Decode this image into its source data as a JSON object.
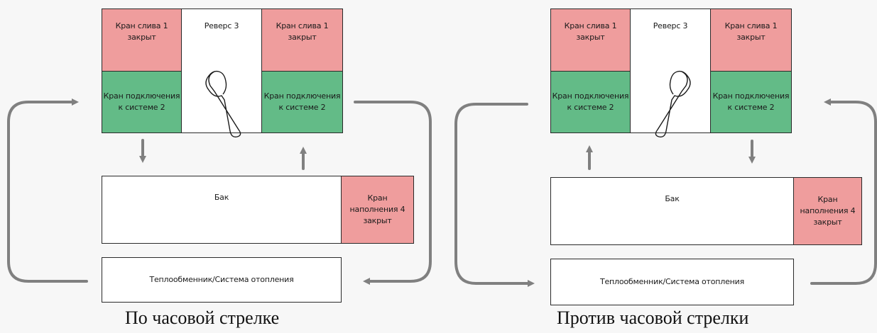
{
  "diagrams": [
    {
      "drain_valve_left": "Кран слива 1\nзакрыт",
      "reverse": "Реверс 3",
      "drain_valve_right": "Кран слива 1\nзакрыт",
      "connection_valve_left": "Кран подключения\nк системе 2",
      "connection_valve_right": "Кран подключения\nк системе 2",
      "tank": "Бак",
      "fill_valve": "Кран\nнаполнения 4\nзакрыт",
      "heat_exchanger": "Теплообменник/Система отопления",
      "caption": "По часовой стрелке"
    },
    {
      "drain_valve_left": "Кран слива 1\nзакрыт",
      "reverse": "Реверс 3",
      "drain_valve_right": "Кран слива 1\nзакрыт",
      "connection_valve_left": "Кран подключения\nк системе 2",
      "connection_valve_right": "Кран подключения\nк системе 2",
      "tank": "Бак",
      "fill_valve": "Кран\nнаполнения 4\nзакрыт",
      "heat_exchanger": "Теплообменник/Система отопления",
      "caption": "Против часовой стрелки"
    }
  ],
  "colors": {
    "valve_closed": "#ef9d9d",
    "valve_connection": "#63bb87",
    "arrow": "#808080"
  },
  "icons": [
    "reverse-valve-handle-icon"
  ]
}
